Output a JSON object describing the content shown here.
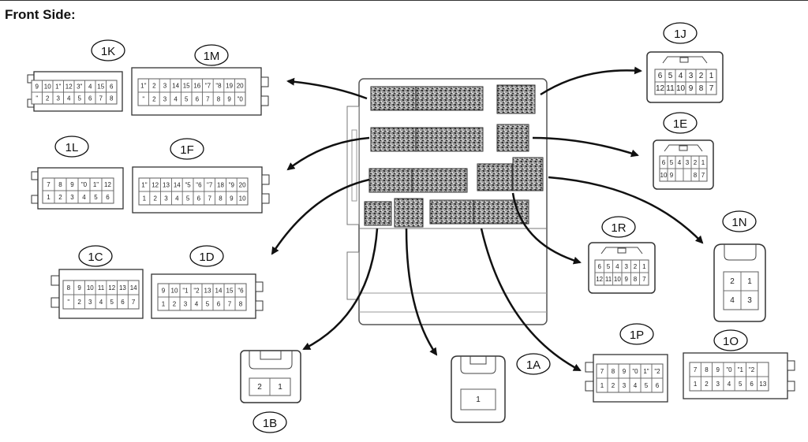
{
  "heading": "Front Side:",
  "connectors": {
    "1K": {
      "label": "1K",
      "rows": [
        [
          "9",
          "10",
          "1\"",
          "12",
          "3\"",
          "4",
          "15",
          "6"
        ],
        [
          "\"",
          "2",
          "3",
          "4",
          "5",
          "6",
          "7",
          "8"
        ]
      ]
    },
    "1M": {
      "label": "1M",
      "rows": [
        [
          "1\"",
          "2",
          "3",
          "14",
          "15",
          "16",
          "\"7",
          "\"8",
          "19",
          "20"
        ],
        [
          "\"",
          "2",
          "3",
          "4",
          "5",
          "6",
          "7",
          "8",
          "9",
          "\"0"
        ]
      ]
    },
    "1L": {
      "label": "1L",
      "rows": [
        [
          "7",
          "8",
          "9",
          "\"0",
          "1\"",
          "12"
        ],
        [
          "1",
          "2",
          "3",
          "4",
          "5",
          "6"
        ]
      ]
    },
    "1F": {
      "label": "1F",
      "rows": [
        [
          "1\"",
          "12",
          "13",
          "14",
          "\"5",
          "\"6",
          "\"7",
          "18",
          "\"9",
          "20"
        ],
        [
          "1",
          "2",
          "3",
          "4",
          "5",
          "6",
          "7",
          "8",
          "9",
          "10"
        ]
      ]
    },
    "1C": {
      "label": "1C",
      "rows": [
        [
          "8",
          "9",
          "10",
          "11",
          "12",
          "13",
          "14"
        ],
        [
          "\"",
          "2",
          "3",
          "4",
          "5",
          "6",
          "7"
        ]
      ]
    },
    "1D": {
      "label": "1D",
      "rows": [
        [
          "9",
          "10",
          "\"1",
          "\"2",
          "13",
          "14",
          "15",
          "\"6"
        ],
        [
          "1",
          "2",
          "3",
          "4",
          "5",
          "6",
          "7",
          "8"
        ]
      ]
    },
    "1J": {
      "label": "1J",
      "rows": [
        [
          "6",
          "5",
          "4",
          "3",
          "2",
          "1"
        ],
        [
          "12",
          "11",
          "10",
          "9",
          "8",
          "7"
        ]
      ]
    },
    "1E": {
      "label": "1E",
      "rows": [
        [
          "6",
          "5",
          "4",
          "3",
          "2",
          "1"
        ],
        [
          "10",
          "9",
          "",
          "",
          "8",
          "7"
        ]
      ]
    },
    "1R": {
      "label": "1R",
      "rows": [
        [
          "6",
          "5",
          "4",
          "3",
          "2",
          "1"
        ],
        [
          "12",
          "11",
          "10",
          "9",
          "8",
          "7"
        ]
      ]
    },
    "1N": {
      "label": "1N",
      "rows": [
        [
          "2",
          "1"
        ],
        [
          "4",
          "3"
        ]
      ]
    },
    "1B": {
      "label": "1B",
      "rows": [
        [
          "2",
          "1"
        ]
      ]
    },
    "1A": {
      "label": "1A",
      "rows": [
        [
          "1"
        ]
      ]
    },
    "1P": {
      "label": "1P",
      "rows": [
        [
          "7",
          "8",
          "9",
          "\"0",
          "1\"",
          "\"2"
        ],
        [
          "1",
          "2",
          "3",
          "4",
          "5",
          "6"
        ]
      ]
    },
    "1O": {
      "label": "1O",
      "rows": [
        [
          "7",
          "8",
          "9",
          "\"0",
          "\"1",
          "\"2",
          ""
        ],
        [
          "1",
          "2",
          "3",
          "4",
          "5",
          "6",
          "13"
        ]
      ]
    }
  }
}
